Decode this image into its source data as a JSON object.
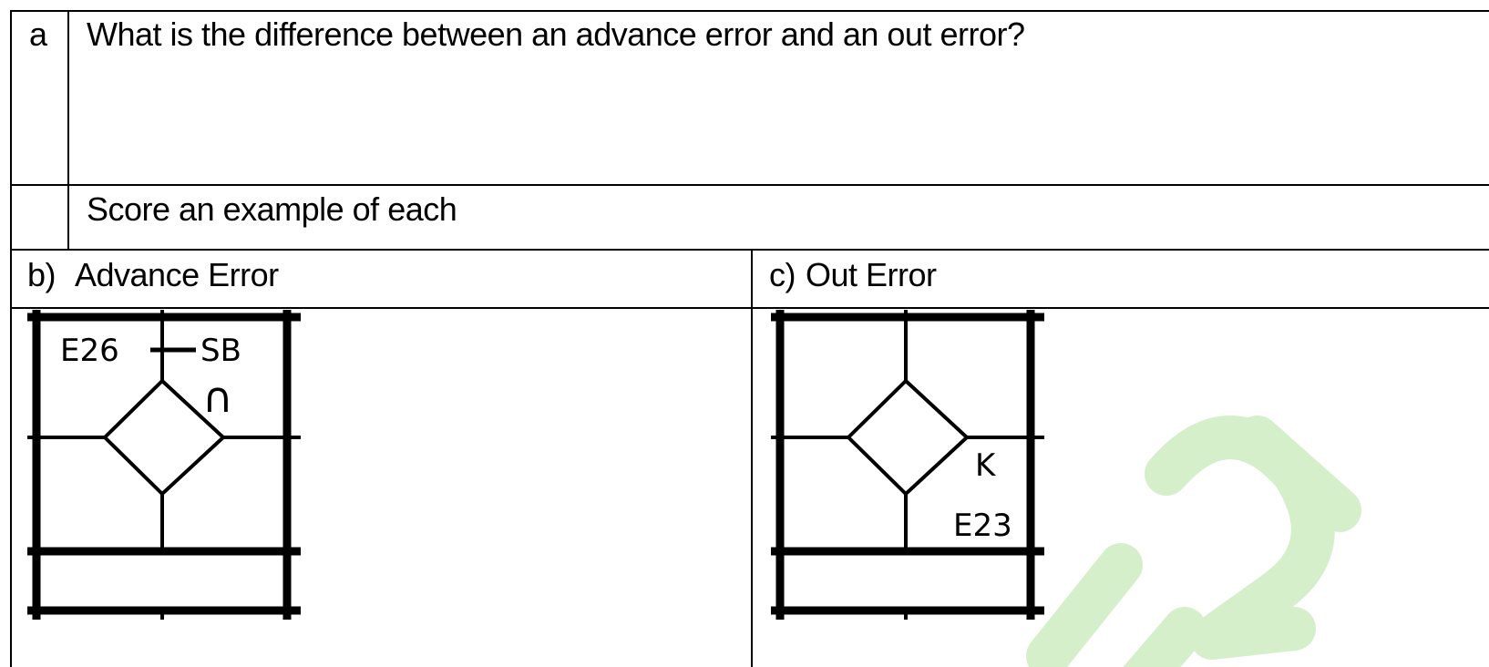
{
  "question": {
    "label_a": "a",
    "text_a": "What is the difference between an advance error and an out error?",
    "instruction": "Score an example of each"
  },
  "sections": {
    "b_label": "b)",
    "b_title": "Advance Error",
    "c_label": "c)",
    "c_title": "Out Error"
  },
  "advance_box": {
    "batter": "E26",
    "base": "SB",
    "symbol": "∩"
  },
  "out_box": {
    "mark": "K",
    "fielder": "E23"
  },
  "colors": {
    "watermark": "#d6efcb",
    "lines": "#000000"
  }
}
